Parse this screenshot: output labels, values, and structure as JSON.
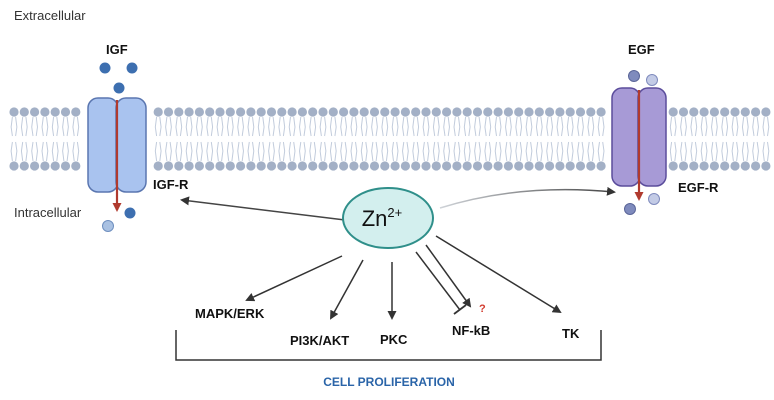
{
  "regions": {
    "extracellular": "Extracellular",
    "intracellular": "Intracellular"
  },
  "ligands": {
    "igf": "IGF",
    "egf": "EGF"
  },
  "receptors": {
    "igf_r": "IGF-R",
    "egf_r": "EGF-R"
  },
  "zinc": {
    "symbol": "Zn",
    "charge": "2+"
  },
  "pathways": {
    "mapk_erk": "MAPK/ERK",
    "pi3k_akt": "PI3K/AKT",
    "pkc": "PKC",
    "nf_kb": "NF-kB",
    "nf_kb_mark": "?",
    "tk": "TK"
  },
  "outcome": "CELL PROLIFERATION",
  "colors": {
    "membrane_head": "#a3b0c6",
    "membrane_tail": "#c2ccdc",
    "igf_receptor": "#a9c3ef",
    "egf_receptor": "#a79ad6",
    "receptor_arrow": "#b03a2e",
    "zinc_fill": "#d3efee",
    "zinc_stroke": "#2f8f8a",
    "ligand_dark": "#3d6fb0",
    "ligand_light": "#a9c1e2",
    "egf_ligand_dark": "#7f8bbd",
    "arrow": "#333333",
    "outcome_text": "#2a64a8",
    "question_mark": "#d23b2e"
  }
}
